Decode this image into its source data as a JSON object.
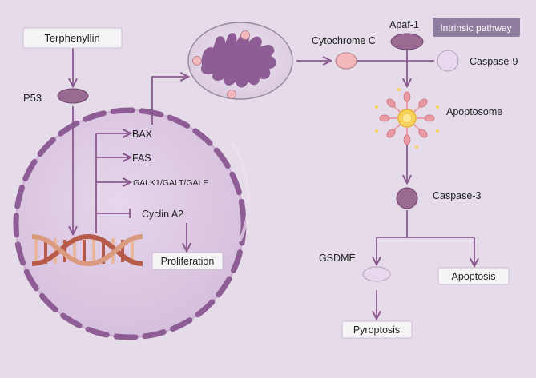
{
  "labels": {
    "terphenyllin": "Terphenyllin",
    "p53": "P53",
    "bax": "BAX",
    "fas": "FAS",
    "galk": "GALK1/GALT/GALE",
    "cyclin": "Cyclin A2",
    "proliferation": "Proliferation",
    "cytochrome": "Cytochrome C",
    "apaf1": "Apaf-1",
    "intrinsic": "Intrinsic pathway",
    "caspase9": "Caspase-9",
    "apoptosome": "Apoptosome",
    "caspase3": "Caspase-3",
    "gsdme": "GSDME",
    "apoptosis": "Apoptosis",
    "pyroptosis": "Pyroptosis"
  },
  "colors": {
    "background": "#e6dbe9",
    "arrow": "#8a5a8e",
    "nucleus_fill": "#dcc6e1",
    "nucleus_segment": "#8e5d95",
    "protein_dark": "#9a6a92",
    "cytochrome_pink": "#f4b8bd",
    "caspase9_fill": "#e9d7ee",
    "badge": "#8f7ea0",
    "dna_red": "#b65b4a",
    "dna_tan": "#e8b89e"
  },
  "icons": {
    "mitochondrion": "mitochondrion-icon",
    "dna": "dna-helix-icon",
    "apoptosome": "apoptosome-icon",
    "nucleus": "nucleus-icon"
  }
}
